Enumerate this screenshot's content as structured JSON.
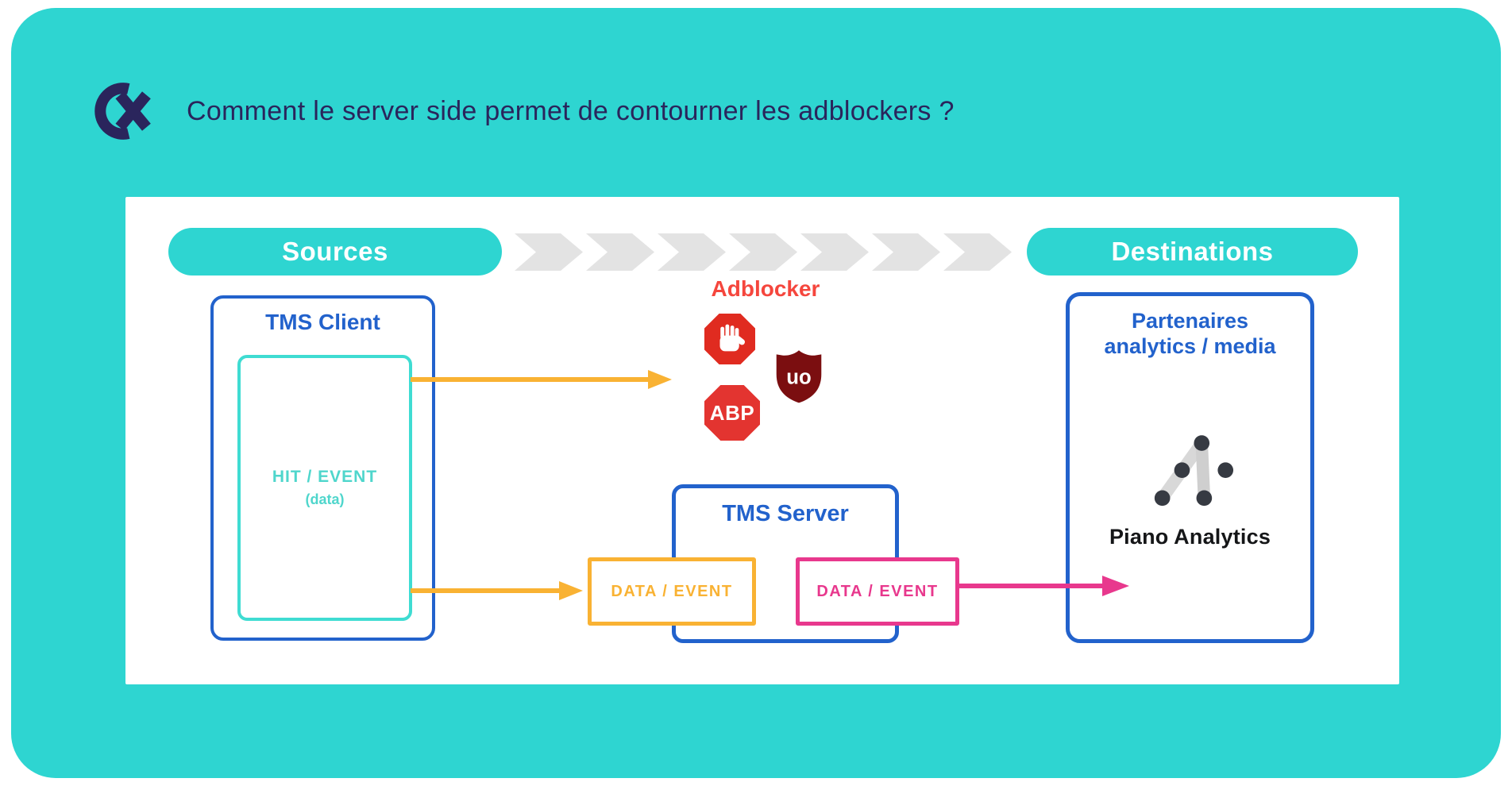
{
  "slide": {
    "title": "Comment le server side permet de contourner les adblockers ?"
  },
  "diagram": {
    "sources_pill": "Sources",
    "destinations_pill": "Destinations",
    "adblocker": {
      "label": "Adblocker",
      "abp_icon_text": "ABP",
      "ublock_icon_text": "uo"
    },
    "tms_client": {
      "title": "TMS Client",
      "payload_line1": "HIT / EVENT",
      "payload_line2": "(data)"
    },
    "tms_server": {
      "title": "TMS Server",
      "input_box_label": "DATA / EVENT",
      "output_box_label": "DATA / EVENT"
    },
    "partners_box": {
      "title_line1": "Partenaires",
      "title_line2": "analytics / media",
      "partner_name": "Piano Analytics"
    }
  },
  "colors": {
    "teal": "#2ed5d1",
    "navy": "#2a255c",
    "blue": "#2262cc",
    "teal-border": "#3fdcd2",
    "teal-text": "#4fd6cc",
    "yellow": "#f9b233",
    "pink": "#e8388d",
    "red-label": "#f5463d",
    "adblock-red": "#e02b20",
    "abp-red": "#e33430",
    "ublock-maroon": "#7b0e10",
    "chevron-gray": "#e3e3e3",
    "dot-dark": "#363a42",
    "bar-gray": "#d8d8d8",
    "text-black": "#151618"
  }
}
